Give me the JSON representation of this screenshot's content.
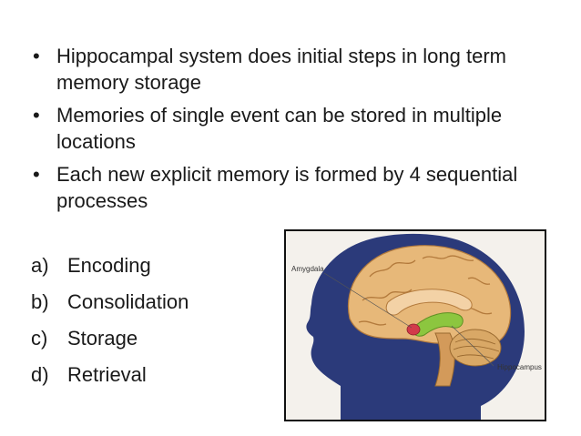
{
  "bullets": [
    "Hippocampal system does initial steps in long term memory storage",
    "Memories of single event can be stored in multiple locations",
    "Each new explicit memory is formed by 4 sequential processes"
  ],
  "steps": [
    {
      "marker": "a)",
      "text": "Encoding"
    },
    {
      "marker": "b)",
      "text": "Consolidation"
    },
    {
      "marker": "c)",
      "text": "Storage"
    },
    {
      "marker": "d)",
      "text": "Retrieval"
    }
  ],
  "figure": {
    "label_amygdala": "Amygdala",
    "label_hippocampus": "Hippocampus",
    "colors": {
      "head": "#2b3a7a",
      "cerebrum": "#e7b879",
      "cerebellum": "#d9a866",
      "amygdala": "#d23a4a",
      "hippocampus": "#8cc63f"
    }
  }
}
